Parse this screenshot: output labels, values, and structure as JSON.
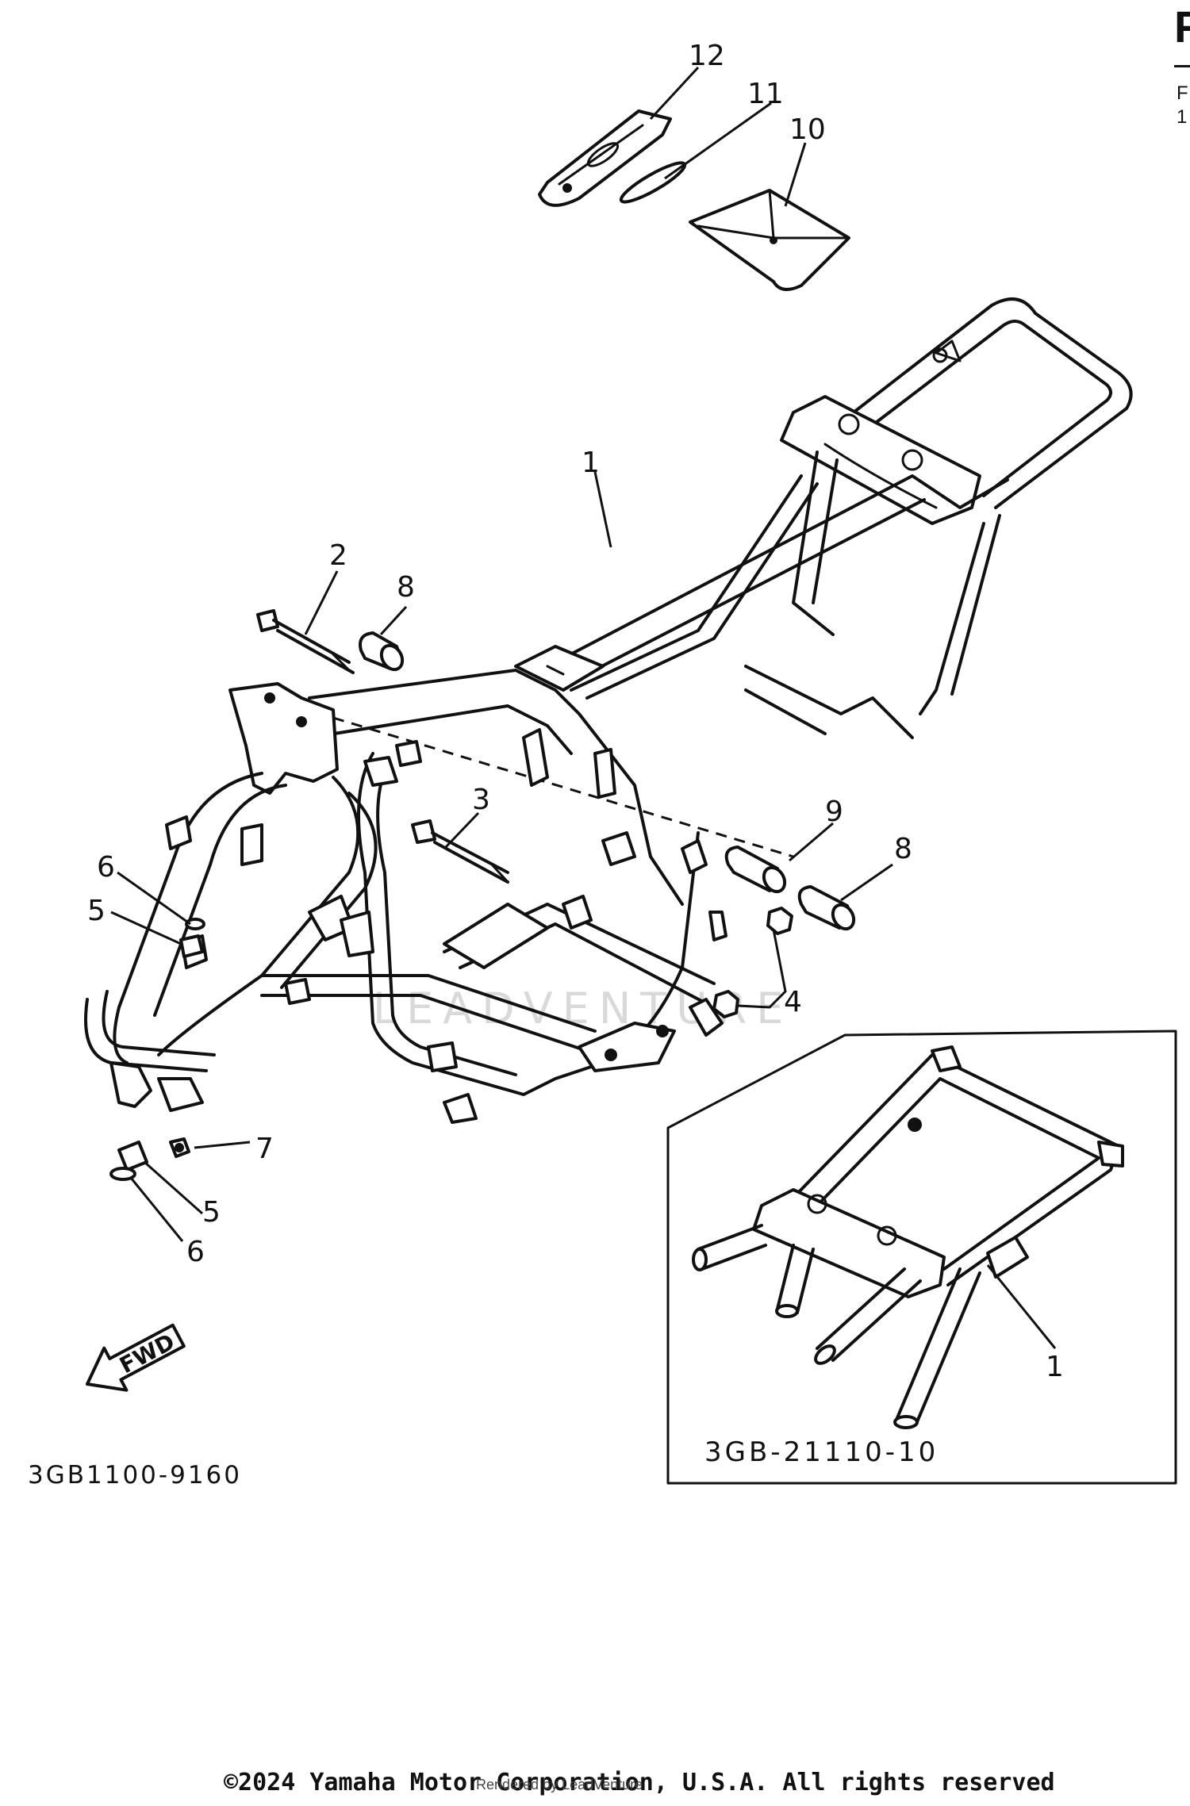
{
  "diagram": {
    "callouts": {
      "c1_main": "1",
      "c2": "2",
      "c3": "3",
      "c4": "4",
      "c5_upper": "5",
      "c5_lower": "5",
      "c6_upper": "6",
      "c6_lower": "6",
      "c7": "7",
      "c8_left": "8",
      "c8_right": "8",
      "c9": "9",
      "c10": "10",
      "c11": "11",
      "c12": "12",
      "c1_inset": "1"
    },
    "part_code": "3GB1100-9160",
    "inset_code": "3GB-21110-10",
    "fwd_label": "FWD",
    "watermark": "LEADVENTURE",
    "corner_letter": "F",
    "corner_line1": "F",
    "corner_line2": "1"
  },
  "footer": {
    "copyright": "©2024 Yamaha Motor Corporation, U.S.A. All rights reserved",
    "rendered_by": "Rendered by LeadVenture"
  }
}
